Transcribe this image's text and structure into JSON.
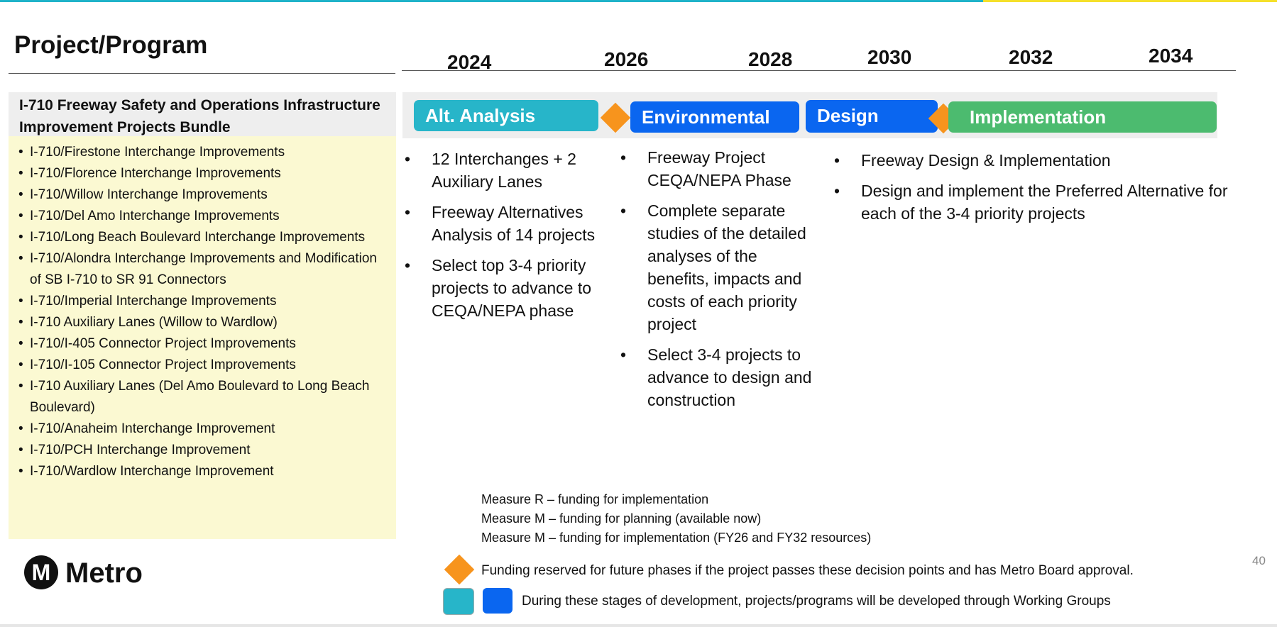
{
  "page_title": "Project/Program",
  "years": [
    "2024",
    "2026",
    "2028",
    "2030",
    "2032",
    "2034"
  ],
  "bundle_title": "I-710 Freeway Safety and Operations Infrastructure Improvement Projects Bundle",
  "projects": [
    "I-710/Firestone Interchange Improvements",
    "I-710/Florence Interchange Improvements",
    "I-710/Willow Interchange Improvements",
    "I-710/Del Amo Interchange Improvements",
    "I-710/Long Beach Boulevard Interchange Improvements",
    "I-710/Alondra Interchange Improvements and Modification of SB I-710 to SR 91 Connectors",
    "I-710/Imperial Interchange Improvements",
    "I-710 Auxiliary Lanes (Willow to Wardlow)",
    "I-710/I-405 Connector Project Improvements",
    "I-710/I-105 Connector Project Improvements",
    "I-710 Auxiliary Lanes (Del Amo Boulevard to Long Beach Boulevard)",
    "I-710/Anaheim Interchange Improvement",
    "I-710/PCH Interchange Improvement",
    "I-710/Wardlow Interchange Improvement"
  ],
  "phases": {
    "alt_analysis": {
      "label": "Alt. Analysis",
      "color": "#27b5c9"
    },
    "environmental": {
      "label": "Environmental",
      "color": "#0a66f0"
    },
    "design": {
      "label": "Design",
      "color": "#0a66f0"
    },
    "implementation": {
      "label": "Implementation",
      "color": "#4cbb6f"
    },
    "decision_point_color": "#f7941d"
  },
  "alt_analysis_bullets": [
    "12 Interchanges + 2 Auxiliary Lanes",
    "Freeway Alternatives Analysis of 14 projects",
    "Select top 3-4 priority projects to advance to CEQA/NEPA phase"
  ],
  "environmental_bullets": [
    "Freeway Project CEQA/NEPA Phase",
    "Complete separate studies of the detailed analyses of the benefits, impacts and costs of each priority project",
    "Select 3-4 projects to advance to design and construction"
  ],
  "design_bullets": [
    "Freeway Design & Implementation",
    "Design and implement the Preferred Alternative for each of the 3-4 priority projects"
  ],
  "measures": [
    "Measure R – funding for implementation",
    "Measure M – funding for planning (available now)",
    "Measure M – funding for implementation (FY26 and FY32 resources)"
  ],
  "legend": {
    "diamond_text": "Funding reserved for future phases if the project passes these decision points and has Metro Board approval.",
    "stages_text": "During these stages of development, projects/programs will be developed through Working Groups"
  },
  "logo_text": "Metro",
  "logo_letter": "M",
  "page_number": "40"
}
